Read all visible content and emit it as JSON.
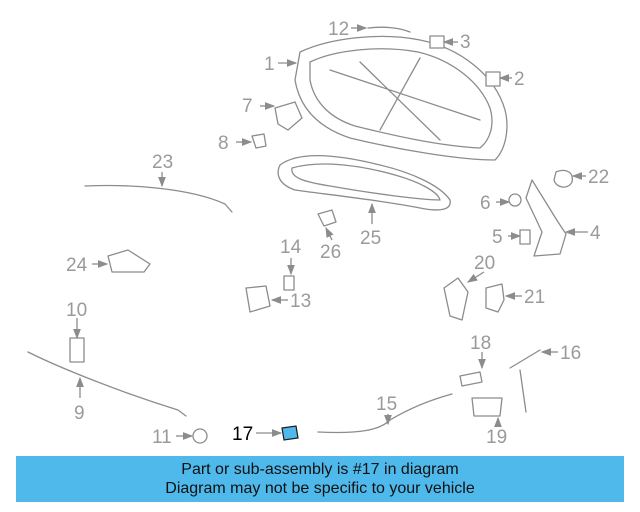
{
  "callouts": [
    {
      "id": "1",
      "label": "1"
    },
    {
      "id": "2",
      "label": "2"
    },
    {
      "id": "3",
      "label": "3"
    },
    {
      "id": "4",
      "label": "4"
    },
    {
      "id": "5",
      "label": "5"
    },
    {
      "id": "6",
      "label": "6"
    },
    {
      "id": "7",
      "label": "7"
    },
    {
      "id": "8",
      "label": "8"
    },
    {
      "id": "9",
      "label": "9"
    },
    {
      "id": "10",
      "label": "10"
    },
    {
      "id": "11",
      "label": "11"
    },
    {
      "id": "12",
      "label": "12"
    },
    {
      "id": "13",
      "label": "13"
    },
    {
      "id": "14",
      "label": "14"
    },
    {
      "id": "15",
      "label": "15"
    },
    {
      "id": "16",
      "label": "16"
    },
    {
      "id": "17",
      "label": "17"
    },
    {
      "id": "18",
      "label": "18"
    },
    {
      "id": "19",
      "label": "19"
    },
    {
      "id": "20",
      "label": "20"
    },
    {
      "id": "21",
      "label": "21"
    },
    {
      "id": "22",
      "label": "22"
    },
    {
      "id": "23",
      "label": "23"
    },
    {
      "id": "24",
      "label": "24"
    },
    {
      "id": "25",
      "label": "25"
    },
    {
      "id": "26",
      "label": "26"
    }
  ],
  "highlight": {
    "part": "17",
    "color": "#4fb9ec"
  },
  "colors": {
    "banner": "#4fb9ec",
    "line_art": "#8c8c8c",
    "callout_text": "#9a9a9a"
  },
  "banner": {
    "line1": "Part or sub-assembly is #17 in diagram",
    "line2": "Diagram may not be specific to your vehicle"
  }
}
